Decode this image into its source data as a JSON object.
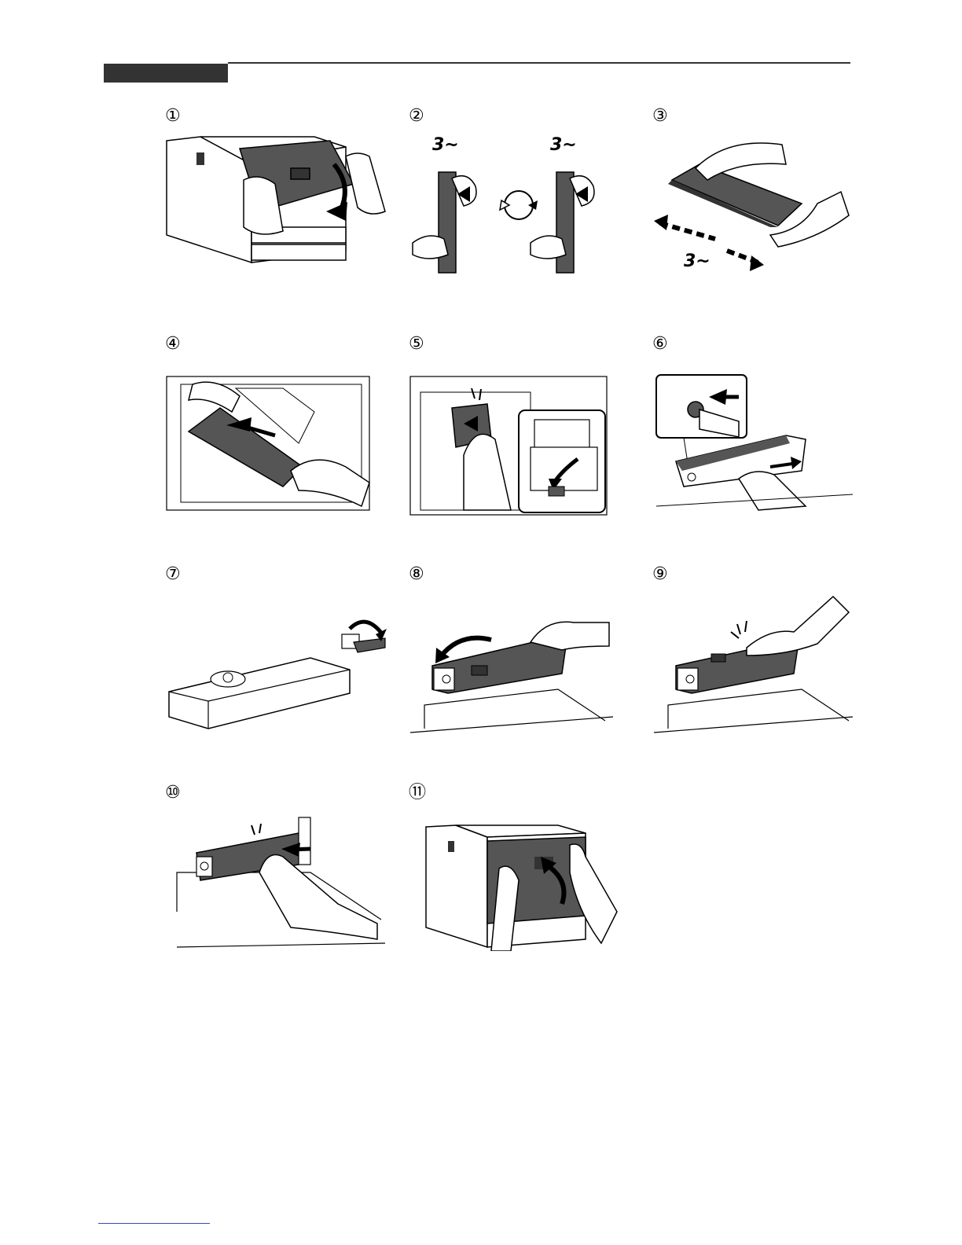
{
  "page": {
    "steps": [
      {
        "num": "①",
        "icon": "open-front-cover-illustration"
      },
      {
        "num": "②",
        "icon": "shake-toner-container-illustration",
        "labels": [
          "3~",
          "3~"
        ]
      },
      {
        "num": "③",
        "icon": "shake-toner-horizontally-illustration",
        "labels": [
          "3~"
        ]
      },
      {
        "num": "④",
        "icon": "insert-toner-container-illustration"
      },
      {
        "num": "⑤",
        "icon": "push-toner-container-illustration"
      },
      {
        "num": "⑥",
        "icon": "remove-waste-toner-box-illustration"
      },
      {
        "num": "⑦",
        "icon": "close-waste-box-cap-illustration"
      },
      {
        "num": "⑧",
        "icon": "place-waste-toner-box-illustration"
      },
      {
        "num": "⑨",
        "icon": "press-waste-toner-box-illustration"
      },
      {
        "num": "⑩",
        "icon": "insert-waste-toner-box-illustration"
      },
      {
        "num": "⑪",
        "icon": "close-front-cover-illustration"
      }
    ],
    "colors": {
      "ink": "#000000",
      "panel": "#555555",
      "header": "#333333",
      "link": "#2f4fb0"
    }
  }
}
